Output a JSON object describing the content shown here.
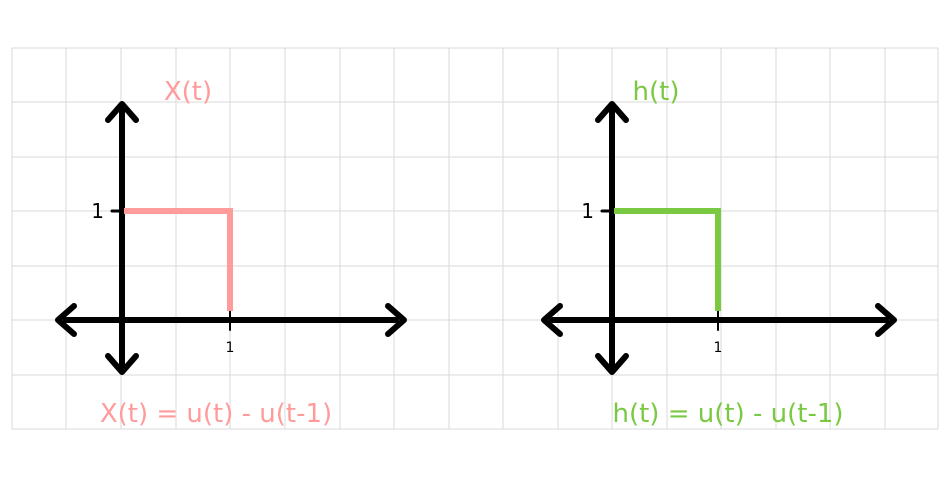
{
  "colors": {
    "grid": "#d9d9d9",
    "axis": "#000000",
    "x_signal": "#ff9b9b",
    "h_signal": "#7ac943"
  },
  "left_panel": {
    "title": "X(t)",
    "y_tick": "1",
    "x_tick": "1",
    "equation": "X(t) = u(t) - u(t-1)",
    "signal": {
      "start": 0,
      "end": 1,
      "amplitude": 1
    }
  },
  "right_panel": {
    "title": "h(t)",
    "y_tick": "1",
    "x_tick": "1",
    "equation": "h(t) = u(t) - u(t-1)",
    "signal": {
      "start": 0,
      "end": 1,
      "amplitude": 1
    }
  }
}
